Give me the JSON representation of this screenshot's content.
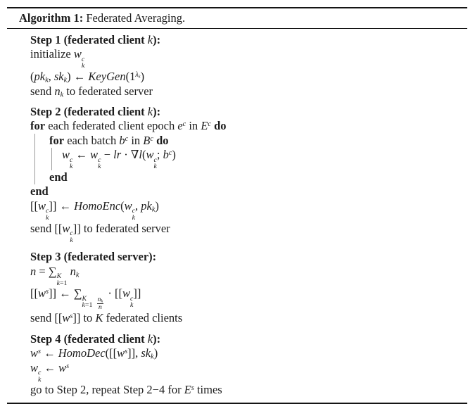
{
  "colors": {
    "background": "#ffffff",
    "text": "#1c1c1c",
    "rule": "#151515",
    "loop_bar": "#9b9b9b"
  },
  "title": {
    "label": "Algorithm 1:",
    "text": " Federated Averaging."
  },
  "algorithm": {
    "lines": [
      {
        "name": "step1-header",
        "gap": false,
        "indent": 0,
        "bars": [],
        "tokens": [
          {
            "t": "Step 1 (federated client ",
            "b": 1
          },
          {
            "t": "k",
            "i": 1
          },
          {
            "t": "):",
            "b": 1
          }
        ]
      },
      {
        "name": "init-weights-line",
        "indent": 0,
        "bars": [],
        "tokens": [
          {
            "t": "initialize "
          },
          {
            "t": "w",
            "i": 1
          },
          {
            "sup": "c",
            "sub": "k"
          }
        ]
      },
      {
        "name": "keygen-line",
        "indent": 0,
        "bars": [],
        "tokens": [
          {
            "t": "("
          },
          {
            "t": "pk",
            "i": 1
          },
          {
            "sub": "k"
          },
          {
            "t": ", "
          },
          {
            "t": "sk",
            "i": 1
          },
          {
            "sub": "k"
          },
          {
            "t": ") ← "
          },
          {
            "t": "KeyGen",
            "i": 1
          },
          {
            "t": "(1"
          },
          {
            "sup": [
              {
                "t": "λ",
                "i": 1
              },
              {
                "sub": "k"
              }
            ]
          },
          {
            "t": ")"
          }
        ]
      },
      {
        "name": "send-nk-line",
        "indent": 0,
        "bars": [],
        "tokens": [
          {
            "t": "send "
          },
          {
            "t": "n",
            "i": 1
          },
          {
            "sub": "k"
          },
          {
            "t": " to federated server"
          }
        ]
      },
      {
        "name": "step2-header",
        "gap": true,
        "indent": 0,
        "bars": [],
        "tokens": [
          {
            "t": "Step 2 (federated client ",
            "b": 1
          },
          {
            "t": "k",
            "i": 1
          },
          {
            "t": "):",
            "b": 1
          }
        ]
      },
      {
        "name": "for-epoch-line",
        "indent": 0,
        "bars": [],
        "tokens": [
          {
            "t": "for",
            "b": 1
          },
          {
            "t": " each federated client epoch "
          },
          {
            "t": "e",
            "i": 1
          },
          {
            "sup": "c"
          },
          {
            "t": " in "
          },
          {
            "t": "E",
            "i": 1
          },
          {
            "sup": "c"
          },
          {
            "t": " "
          },
          {
            "t": "do",
            "b": 1
          }
        ]
      },
      {
        "name": "for-batch-line",
        "indent": 27,
        "bars": [
          6
        ],
        "tokens": [
          {
            "t": "for",
            "b": 1
          },
          {
            "t": " each batch "
          },
          {
            "t": "b",
            "i": 1
          },
          {
            "sup": "c"
          },
          {
            "t": " in "
          },
          {
            "t": "B",
            "i": 1
          },
          {
            "sup": "c"
          },
          {
            "t": " "
          },
          {
            "t": "do",
            "b": 1
          }
        ]
      },
      {
        "name": "sgd-update-line",
        "indent": 45,
        "bars": [
          6,
          30
        ],
        "tokens": [
          {
            "t": "w",
            "i": 1
          },
          {
            "sup": "c",
            "sub": "k"
          },
          {
            "t": " ← "
          },
          {
            "t": "w",
            "i": 1
          },
          {
            "sup": "c",
            "sub": "k"
          },
          {
            "t": " − "
          },
          {
            "t": "lr",
            "i": 1
          },
          {
            "t": " · ∇"
          },
          {
            "t": "l",
            "i": 1
          },
          {
            "t": "("
          },
          {
            "t": "w",
            "i": 1
          },
          {
            "sup": "c",
            "sub": "k"
          },
          {
            "t": "; "
          },
          {
            "t": "b",
            "i": 1
          },
          {
            "sup": "c"
          },
          {
            "t": ")"
          }
        ]
      },
      {
        "name": "end-inner-line",
        "indent": 27,
        "bars": [
          6
        ],
        "tokens": [
          {
            "t": "end",
            "b": 1
          }
        ]
      },
      {
        "name": "end-outer-line",
        "indent": 0,
        "bars": [],
        "tokens": [
          {
            "t": "end",
            "b": 1
          }
        ]
      },
      {
        "name": "homoenc-line",
        "indent": 0,
        "bars": [],
        "tokens": [
          {
            "t": "[["
          },
          {
            "t": "w",
            "i": 1
          },
          {
            "sup": "c",
            "sub": "k"
          },
          {
            "t": "]] ← "
          },
          {
            "t": "HomoEnc",
            "i": 1
          },
          {
            "t": "("
          },
          {
            "t": "w",
            "i": 1
          },
          {
            "sup": "c",
            "sub": "k"
          },
          {
            "t": ", "
          },
          {
            "t": "pk",
            "i": 1
          },
          {
            "sub": "k"
          },
          {
            "t": ")"
          }
        ]
      },
      {
        "name": "send-enc-line",
        "indent": 0,
        "bars": [],
        "tokens": [
          {
            "t": "send [["
          },
          {
            "t": "w",
            "i": 1
          },
          {
            "sup": "c",
            "sub": "k"
          },
          {
            "t": "]] to federated server"
          }
        ]
      },
      {
        "name": "step3-header",
        "gap": true,
        "indent": 0,
        "bars": [],
        "tokens": [
          {
            "t": "Step 3 (federated server):",
            "b": 1
          }
        ]
      },
      {
        "name": "sum-n-line",
        "indent": 0,
        "bars": [],
        "tokens": [
          {
            "t": "n",
            "i": 1
          },
          {
            "t": " = ∑"
          },
          {
            "sup": [
              {
                "t": "K",
                "i": 1
              }
            ],
            "sub": [
              {
                "t": "k",
                "i": 1
              },
              {
                "t": "=1"
              }
            ]
          },
          {
            "t": " "
          },
          {
            "t": "n",
            "i": 1
          },
          {
            "sub": "k"
          }
        ]
      },
      {
        "name": "aggregate-line",
        "indent": 0,
        "bars": [],
        "tokens": [
          {
            "t": "[["
          },
          {
            "t": "w",
            "i": 1
          },
          {
            "sup": "s"
          },
          {
            "t": "]] ← ∑"
          },
          {
            "sup": [
              {
                "t": "K",
                "i": 1
              }
            ],
            "sub": [
              {
                "t": "k",
                "i": 1
              },
              {
                "t": "=1"
              }
            ]
          },
          {
            "t": " "
          },
          {
            "fr": {
              "n": [
                {
                  "t": "n",
                  "i": 1
                },
                {
                  "sub": "k"
                }
              ],
              "d": [
                {
                  "t": "n",
                  "i": 1
                }
              ]
            }
          },
          {
            "t": " · [["
          },
          {
            "t": "w",
            "i": 1
          },
          {
            "sup": "c",
            "sub": "k"
          },
          {
            "t": "]]"
          }
        ]
      },
      {
        "name": "send-ws-line",
        "indent": 0,
        "bars": [],
        "tokens": [
          {
            "t": "send [["
          },
          {
            "t": "w",
            "i": 1
          },
          {
            "sup": "s"
          },
          {
            "t": "]] to "
          },
          {
            "t": "K",
            "i": 1
          },
          {
            "t": " federated clients"
          }
        ]
      },
      {
        "name": "step4-header",
        "gap": true,
        "indent": 0,
        "bars": [],
        "tokens": [
          {
            "t": "Step 4 (federated client ",
            "b": 1
          },
          {
            "t": "k",
            "i": 1
          },
          {
            "t": "):",
            "b": 1
          }
        ]
      },
      {
        "name": "homodec-line",
        "indent": 0,
        "bars": [],
        "tokens": [
          {
            "t": "w",
            "i": 1
          },
          {
            "sup": "s"
          },
          {
            "t": " ← "
          },
          {
            "t": "HomoDec",
            "i": 1
          },
          {
            "t": "([["
          },
          {
            "t": "w",
            "i": 1
          },
          {
            "sup": "s"
          },
          {
            "t": "]], "
          },
          {
            "t": "sk",
            "i": 1
          },
          {
            "sub": "k"
          },
          {
            "t": ")"
          }
        ]
      },
      {
        "name": "assign-weights-line",
        "indent": 0,
        "bars": [],
        "tokens": [
          {
            "t": "w",
            "i": 1
          },
          {
            "sup": "c",
            "sub": "k"
          },
          {
            "t": " ← "
          },
          {
            "t": "w",
            "i": 1
          },
          {
            "sup": "s"
          }
        ]
      },
      {
        "name": "goto-line",
        "indent": 0,
        "bars": [],
        "tokens": [
          {
            "t": "go to Step 2, repeat Step 2−4 for "
          },
          {
            "t": "E",
            "i": 1
          },
          {
            "sup": "s"
          },
          {
            "t": " times"
          }
        ]
      }
    ]
  }
}
